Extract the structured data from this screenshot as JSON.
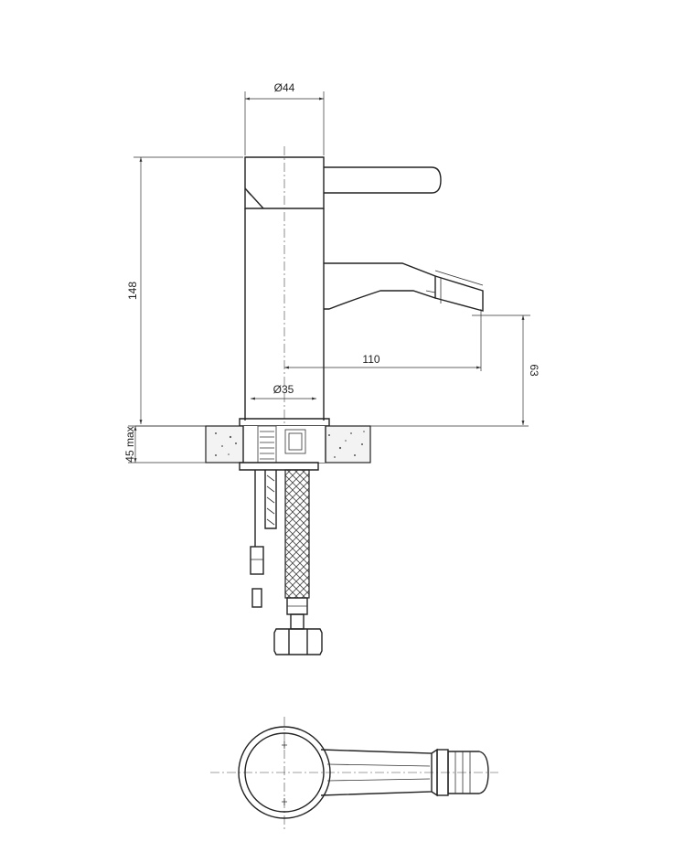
{
  "dimensions": {
    "body_diameter": "Ø44",
    "height": "148",
    "spout_reach": "110",
    "mount_hole": "Ø35",
    "spout_height": "63",
    "deck_thickness": "45 max"
  }
}
